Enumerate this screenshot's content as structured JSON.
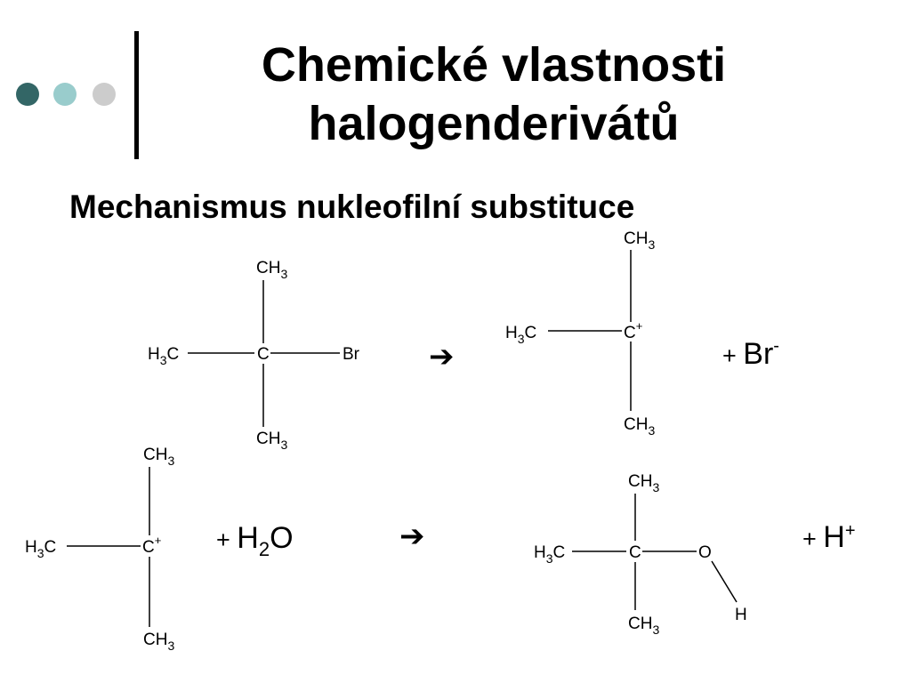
{
  "slide": {
    "title_line1": "Chemické vlastnosti",
    "title_line2": "halogenderivátů",
    "subtitle": "Mechanismus nukleofilní substituce"
  },
  "decor": {
    "dot_colors": [
      "#336666",
      "#99cccc",
      "#cccccc"
    ]
  },
  "reaction1": {
    "reactant": {
      "top": "CH3",
      "left": "H3C",
      "center": "C",
      "right": "Br",
      "bottom": "CH3"
    },
    "arrow": "➔",
    "product": {
      "top": "CH3",
      "left": "H3C",
      "center": "C",
      "charge": "+",
      "bottom": "CH3"
    },
    "byproduct": {
      "prefix": "+ ",
      "symbol": "Br",
      "charge": "-"
    }
  },
  "reaction2": {
    "reactant": {
      "top": "CH3",
      "left": "H3C",
      "center": "C",
      "charge": "+",
      "bottom": "CH3"
    },
    "reagent": {
      "prefix": "+ ",
      "main": "H",
      "sub": "2",
      "tail": "O"
    },
    "arrow": "➔",
    "product": {
      "top": "CH3",
      "left": "H3C",
      "center": "C",
      "right": "O",
      "hydrogen": "H",
      "bottom": "CH3"
    },
    "byproduct": {
      "prefix": "+ ",
      "symbol": "H",
      "charge": "+"
    }
  }
}
